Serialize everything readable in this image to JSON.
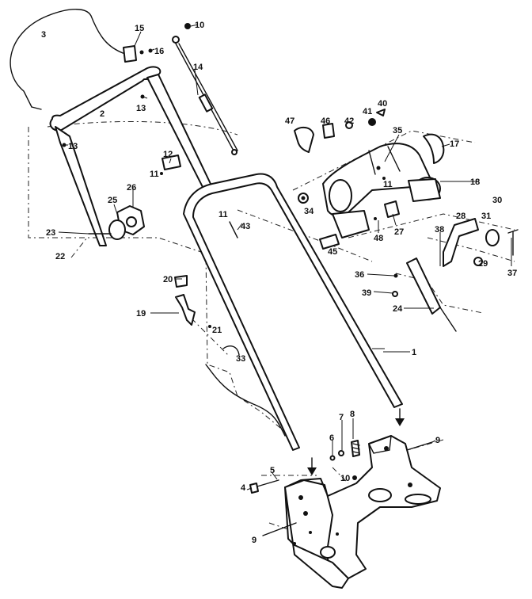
{
  "callouts": [
    {
      "id": "c1",
      "text": "1"
    },
    {
      "id": "c2",
      "text": "2"
    },
    {
      "id": "c3",
      "text": "3"
    },
    {
      "id": "c4",
      "text": "4"
    },
    {
      "id": "c5",
      "text": "5"
    },
    {
      "id": "c6",
      "text": "6"
    },
    {
      "id": "c7",
      "text": "7"
    },
    {
      "id": "c8",
      "text": "8"
    },
    {
      "id": "c9a",
      "text": "9"
    },
    {
      "id": "c9b",
      "text": "9"
    },
    {
      "id": "c10a",
      "text": "10"
    },
    {
      "id": "c10b",
      "text": "10"
    },
    {
      "id": "c11a",
      "text": "11"
    },
    {
      "id": "c11b",
      "text": "11"
    },
    {
      "id": "c11c",
      "text": "11"
    },
    {
      "id": "c12",
      "text": "12"
    },
    {
      "id": "c13a",
      "text": "13"
    },
    {
      "id": "c13b",
      "text": "13"
    },
    {
      "id": "c14",
      "text": "14"
    },
    {
      "id": "c15",
      "text": "15"
    },
    {
      "id": "c16",
      "text": "16"
    },
    {
      "id": "c17",
      "text": "17"
    },
    {
      "id": "c18",
      "text": "18"
    },
    {
      "id": "c19",
      "text": "19"
    },
    {
      "id": "c20",
      "text": "20"
    },
    {
      "id": "c21",
      "text": "21"
    },
    {
      "id": "c22",
      "text": "22"
    },
    {
      "id": "c23",
      "text": "23"
    },
    {
      "id": "c24",
      "text": "24"
    },
    {
      "id": "c25",
      "text": "25"
    },
    {
      "id": "c26",
      "text": "26"
    },
    {
      "id": "c27",
      "text": "27"
    },
    {
      "id": "c28",
      "text": "28"
    },
    {
      "id": "c29",
      "text": "29"
    },
    {
      "id": "c30",
      "text": "30"
    },
    {
      "id": "c31",
      "text": "31"
    },
    {
      "id": "c33",
      "text": "33"
    },
    {
      "id": "c34",
      "text": "34"
    },
    {
      "id": "c35",
      "text": "35"
    },
    {
      "id": "c36",
      "text": "36"
    },
    {
      "id": "c37",
      "text": "37"
    },
    {
      "id": "c38",
      "text": "38"
    },
    {
      "id": "c39",
      "text": "39"
    },
    {
      "id": "c40",
      "text": "40"
    },
    {
      "id": "c41",
      "text": "41"
    },
    {
      "id": "c42",
      "text": "42"
    },
    {
      "id": "c43",
      "text": "43"
    },
    {
      "id": "c45",
      "text": "45"
    },
    {
      "id": "c46",
      "text": "46"
    },
    {
      "id": "c47",
      "text": "47"
    },
    {
      "id": "c48",
      "text": "48"
    }
  ]
}
